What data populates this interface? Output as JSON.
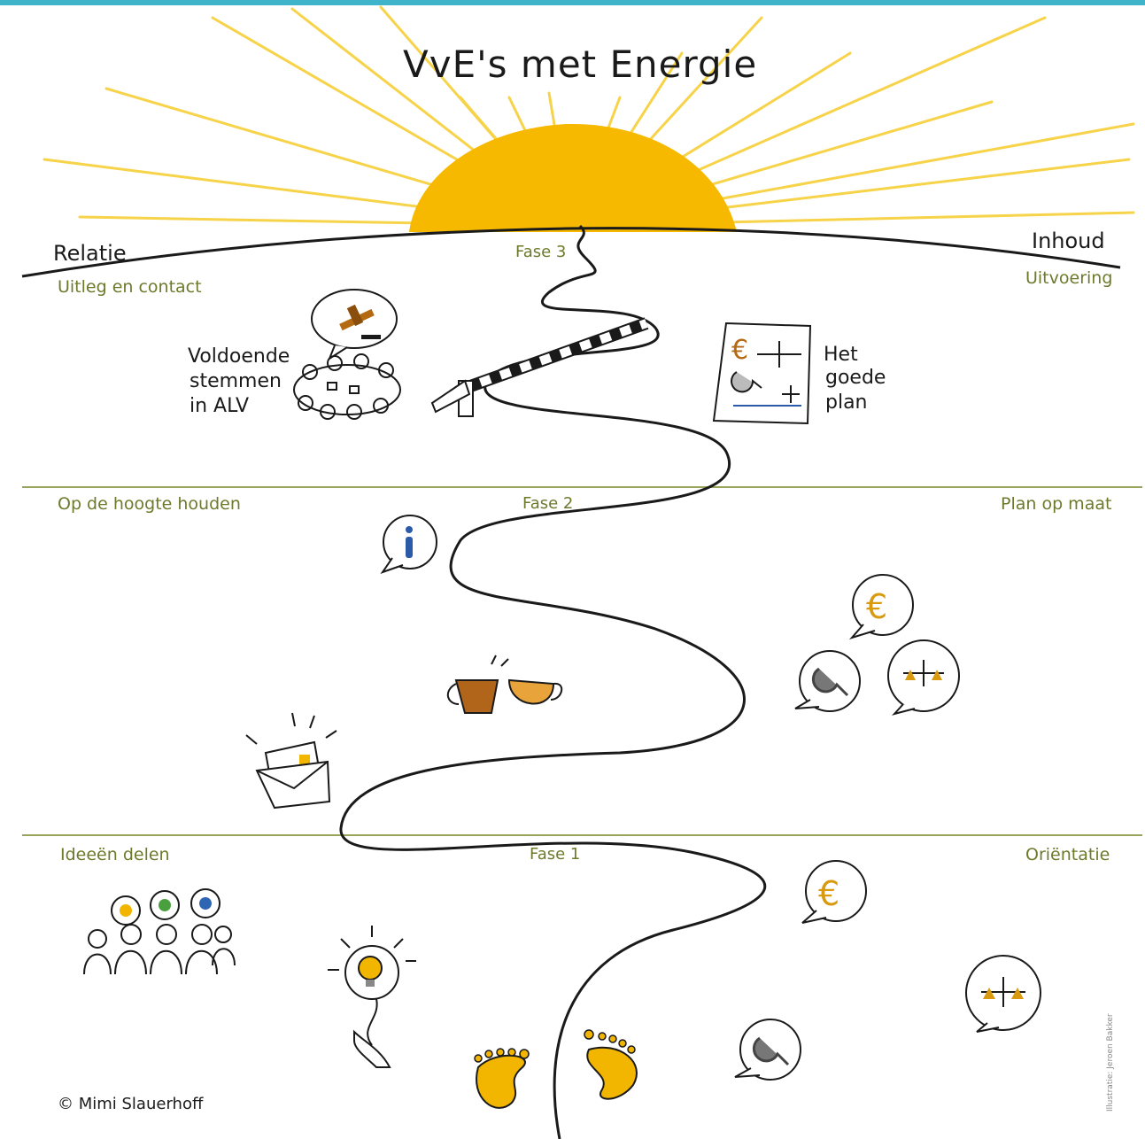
{
  "title": "VvE's met Energie",
  "corners": {
    "left": "Relatie",
    "right": "Inhoud"
  },
  "phase3": {
    "left": "Uitleg en contact",
    "center": "Fase 3",
    "right": "Uitvoering",
    "note_left": [
      "Voldoende",
      "stemmen",
      "in ALV"
    ],
    "note_right": [
      "Het",
      "goede",
      "plan"
    ]
  },
  "phase2": {
    "left": "Op de hoogte houden",
    "center": "Fase 2",
    "right": "Plan op maat"
  },
  "phase1": {
    "left": "Ideeën delen",
    "center": "Fase 1",
    "right": "Oriëntatie"
  },
  "credit": "© Mimi Slauerhoff",
  "illustrator": "Illustratie: Jeroen Bakker",
  "colors": {
    "sun": "#f6b900",
    "ray": "#f7d34a",
    "ink": "#1a1a1a",
    "olive": "#6d7a2c",
    "line": "#9aa35a",
    "accent_bar": "#3fb3c9",
    "tea": "#c47d1f",
    "bulb_yellow": "#f2b600",
    "bulb_green": "#4aa03f",
    "bulb_blue": "#2f66b3",
    "info_blue": "#2b5aa8",
    "wrench_gray": "#777777"
  },
  "icons": [
    "sun-icon",
    "gavel-icon",
    "people-group-icon",
    "barrier-icon",
    "plan-document-icon",
    "info-bubble-icon",
    "euro-bubble-icon",
    "wrench-bubble-icon",
    "scales-bubble-icon",
    "tea-cups-icon",
    "newsletter-envelope-icon",
    "ideas-people-icon",
    "lightbulb-balloon-icon",
    "footprints-icon"
  ]
}
